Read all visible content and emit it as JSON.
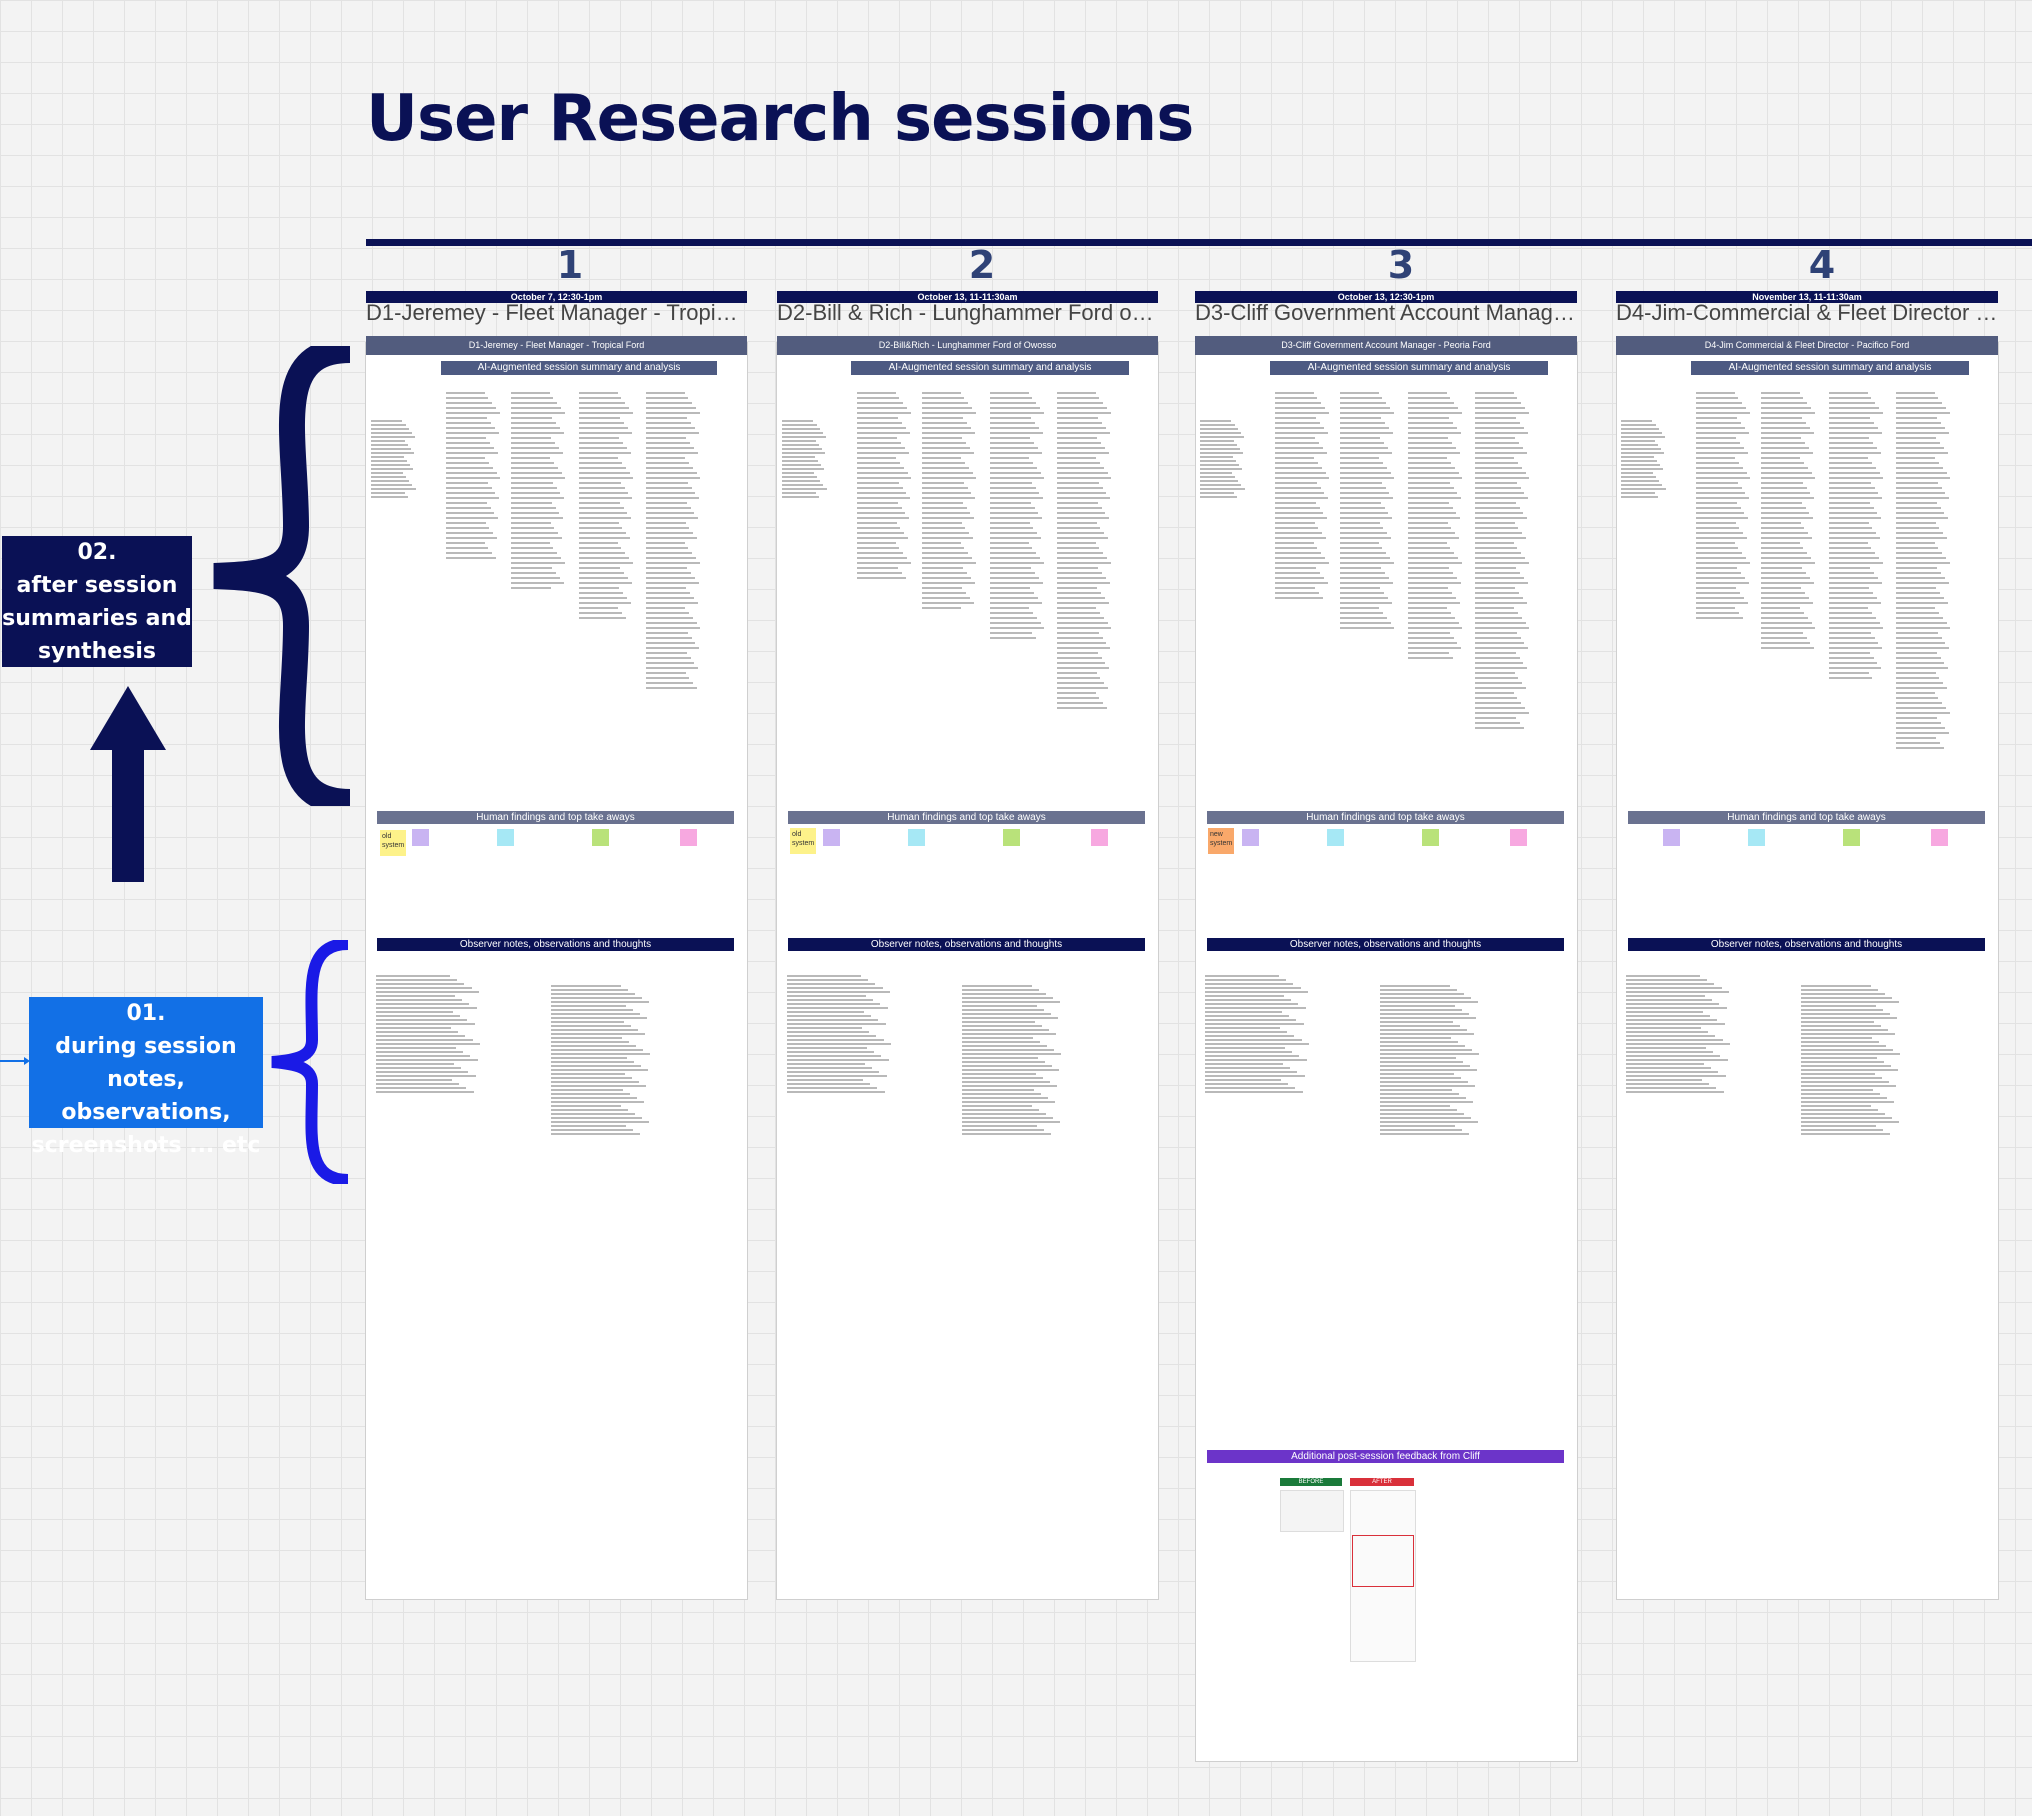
{
  "page_title": "User Research sessions",
  "labels": {
    "after": {
      "line1": "02.",
      "line2": "after session",
      "line3": "summaries and",
      "line4": "synthesis"
    },
    "during": {
      "line1": "01.",
      "line2": "during session",
      "line3": "notes, observations,",
      "line4": "screenshots ... etc"
    }
  },
  "colors": {
    "navy": "#0a1155",
    "blue": "#1270e6",
    "slate": "#4d5a82"
  },
  "columns": [
    {
      "number": "1",
      "date": "October 7, 12:30-1pm",
      "title": "D1-Jeremey - Fleet Manager - Tropical Ford",
      "header": "D1-Jeremey - Fleet Manager - Tropical Ford",
      "ai": "AI-Augmented session summary and analysis",
      "human": "Human findings and top take aways",
      "observer": "Observer notes, observations and thoughts",
      "sticky": "old system"
    },
    {
      "number": "2",
      "date": "October 13, 11-11:30am",
      "title": "D2-Bill & Rich - Lunghammer Ford of Owosso",
      "header": "D2-Bill&Rich - Lunghammer Ford of Owosso",
      "ai": "AI-Augmented session summary and analysis",
      "human": "Human findings and top take aways",
      "observer": "Observer notes, observations and thoughts",
      "sticky": "old system"
    },
    {
      "number": "3",
      "date": "October 13, 12:30-1pm",
      "title": "D3-Cliff Government Account Manager - Peoria Ford",
      "header": "D3-Cliff Government Account Manager - Peoria Ford",
      "ai": "AI-Augmented session summary and analysis",
      "human": "Human findings and top take aways",
      "observer": "Observer notes, observations and thoughts",
      "sticky": "new system",
      "extra": "Additional post-session feedback from Cliff",
      "before": "BEFORE",
      "after": "AFTER"
    },
    {
      "number": "4",
      "date": "November 13, 11-11:30am",
      "title": "D4-Jim-Commercial & Fleet Director - Pacifico Ford",
      "header": "D4-Jim Commercial & Fleet Director - Pacifico Ford",
      "ai": "AI-Augmented session summary and analysis",
      "human": "Human findings and top take aways",
      "observer": "Observer notes, observations and thoughts"
    }
  ]
}
